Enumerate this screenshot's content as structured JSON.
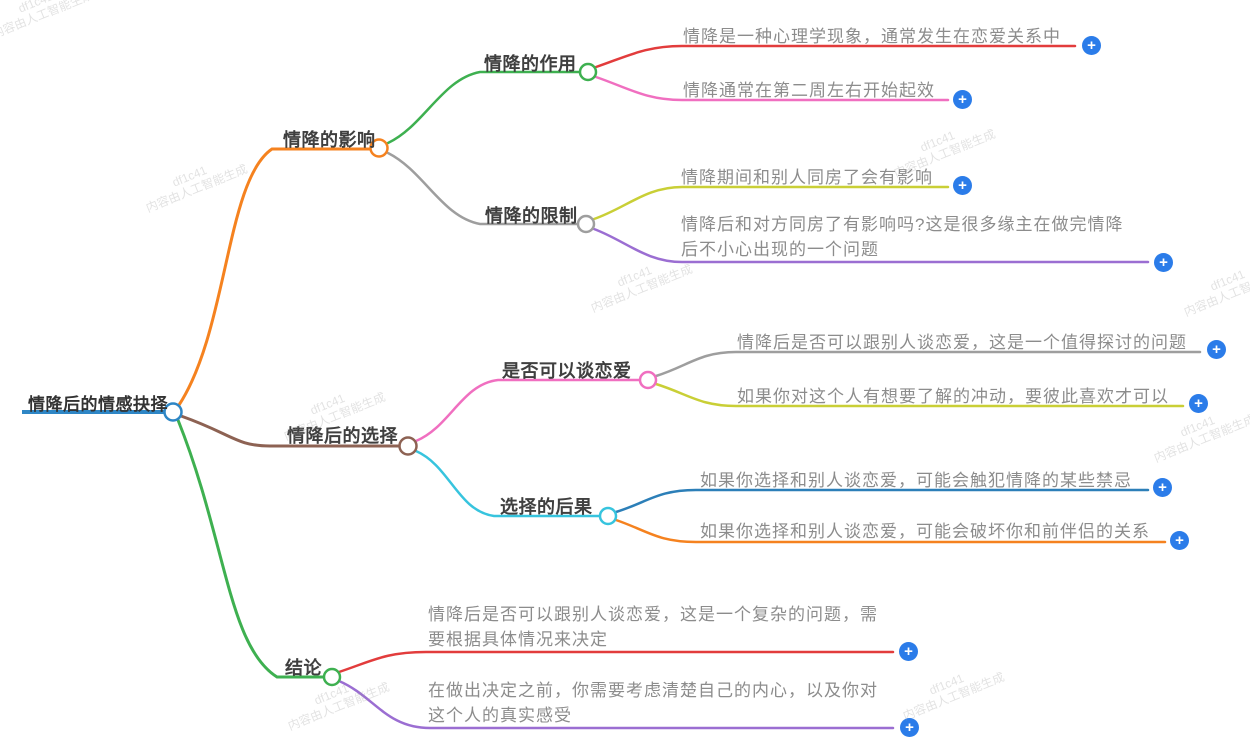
{
  "mindmap": {
    "root": {
      "label": "情降后的情感抉择",
      "color": "#2e86c5"
    },
    "branches": [
      {
        "label": "情降的影响",
        "color": "#f5821f",
        "children": [
          {
            "label": "情降的作用",
            "color": "#3eb050",
            "leaves": [
              {
                "text": "情降是一种心理学现象，通常发生在恋爱关系中",
                "color": "#e23c3c"
              },
              {
                "text": "情降通常在第二周左右开始起效",
                "color": "#f06fc0"
              }
            ]
          },
          {
            "label": "情降的限制",
            "color": "#9e9e9e",
            "leaves": [
              {
                "text": "情降期间和别人同房了会有影响",
                "color": "#c9cf36"
              },
              {
                "text": "情降后和对方同房了有影响吗?这是很多缘主在做完情降\n后不小心出现的一个问题",
                "color": "#9b6ed2"
              }
            ]
          }
        ]
      },
      {
        "label": "情降后的选择",
        "color": "#8d6253",
        "children": [
          {
            "label": "是否可以谈恋爱",
            "color": "#f06fc0",
            "leaves": [
              {
                "text": "情降后是否可以跟别人谈恋爱，这是一个值得探讨的问题",
                "color": "#9e9e9e"
              },
              {
                "text": "如果你对这个人有想要了解的冲动，要彼此喜欢才可以",
                "color": "#c9cf36"
              }
            ]
          },
          {
            "label": "选择的后果",
            "color": "#37c4de",
            "leaves": [
              {
                "text": "如果你选择和别人谈恋爱，可能会触犯情降的某些禁忌",
                "color": "#2c7fb8"
              },
              {
                "text": "如果你选择和别人谈恋爱，可能会破坏你和前伴侣的关系",
                "color": "#f5821f"
              }
            ]
          }
        ]
      },
      {
        "label": "结论",
        "color": "#3eb050",
        "leaves": [
          {
            "text": "情降后是否可以跟别人谈恋爱，这是一个复杂的问题，需\n要根据具体情况来决定",
            "color": "#e23c3c"
          },
          {
            "text": "在做出决定之前，你需要考虑清楚自己的内心，以及你对\n这个人的真实感受",
            "color": "#9b6ed2"
          }
        ]
      }
    ]
  },
  "plus_button": {
    "label": "+",
    "color": "#2b7ce9"
  },
  "watermark": {
    "id": "df1c41",
    "text": "内容由人工智能生成"
  }
}
